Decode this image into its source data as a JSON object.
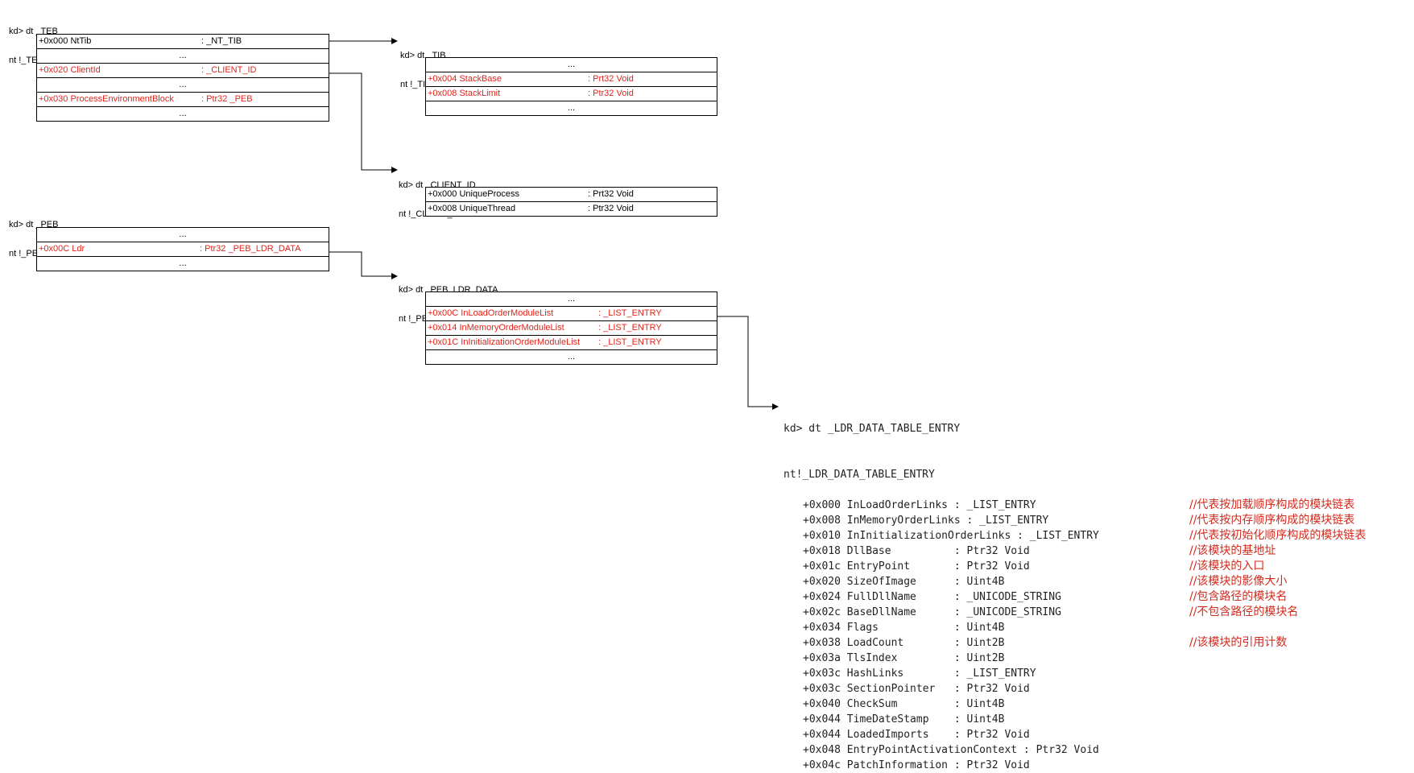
{
  "teb": {
    "cmd": "kd> dt _TEB",
    "type": "nt !_TEB",
    "rows": [
      {
        "off": "+0x000 NtTib",
        "type": ": _NT_TIB",
        "red": false
      },
      {
        "dots": "..."
      },
      {
        "off": "+0x020 ClientId",
        "type": ": _CLIENT_ID",
        "red": true
      },
      {
        "dots": "..."
      },
      {
        "off": "+0x030 ProcessEnvironmentBlock",
        "type": ": Ptr32 _PEB",
        "red": true
      },
      {
        "dots": "..."
      }
    ]
  },
  "tib": {
    "cmd": "kd> dt _TIB",
    "type": "nt !_TIB",
    "rows": [
      {
        "dots": "..."
      },
      {
        "off": "+0x004 StackBase",
        "type": ": Prt32 Void",
        "red": true
      },
      {
        "off": "+0x008 StackLimit",
        "type": ": Ptr32 Void",
        "red": true
      },
      {
        "dots": "..."
      }
    ]
  },
  "client_id": {
    "cmd": "kd> dt _CLIENT_ID",
    "type": "nt !_CLIENT_ID",
    "rows": [
      {
        "off": "+0x000 UniqueProcess",
        "type": ": Prt32 Void",
        "red": false
      },
      {
        "off": "+0x008 UniqueThread",
        "type": ": Ptr32 Void",
        "red": false
      }
    ]
  },
  "peb": {
    "cmd": "kd> dt _PEB",
    "type": "nt !_PEB",
    "rows": [
      {
        "dots": "..."
      },
      {
        "off": "+0x00C Ldr",
        "type": ": Ptr32 _PEB_LDR_DATA",
        "red": true
      },
      {
        "dots": "..."
      }
    ]
  },
  "peb_ldr": {
    "cmd": "kd> dt _PEB_LDR_DATA",
    "type": "nt !_PEB_LDR_DATA",
    "rows": [
      {
        "dots": "..."
      },
      {
        "off": "+0x00C InLoadOrderModuleList",
        "type": ": _LIST_ENTRY",
        "red": true
      },
      {
        "off": "+0x014 InMemoryOrderModuleList",
        "type": ": _LIST_ENTRY",
        "red": true
      },
      {
        "off": "+0x01C InInitializationOrderModuleList",
        "type": ": _LIST_ENTRY",
        "red": true
      },
      {
        "dots": "..."
      }
    ]
  },
  "ldr_entry": {
    "cmd": "kd> dt _LDR_DATA_TABLE_ENTRY",
    "type": "nt!_LDR_DATA_TABLE_ENTRY",
    "lines": [
      {
        "text": "+0x000 InLoadOrderLinks : _LIST_ENTRY",
        "comment": "//代表按加载顺序构成的模块链表"
      },
      {
        "text": "+0x008 InMemoryOrderLinks : _LIST_ENTRY",
        "comment": "//代表按内存顺序构成的模块链表"
      },
      {
        "text": "+0x010 InInitializationOrderLinks : _LIST_ENTRY",
        "comment": "//代表按初始化顺序构成的模块链表"
      },
      {
        "text": "+0x018 DllBase          : Ptr32 Void",
        "comment": "//该模块的基地址"
      },
      {
        "text": "+0x01c EntryPoint       : Ptr32 Void",
        "comment": "//该模块的入口"
      },
      {
        "text": "+0x020 SizeOfImage      : Uint4B",
        "comment": "//该模块的影像大小"
      },
      {
        "text": "+0x024 FullDllName      : _UNICODE_STRING",
        "comment": "//包含路径的模块名"
      },
      {
        "text": "+0x02c BaseDllName      : _UNICODE_STRING",
        "comment": "//不包含路径的模块名"
      },
      {
        "text": "+0x034 Flags            : Uint4B",
        "comment": ""
      },
      {
        "text": "+0x038 LoadCount        : Uint2B",
        "comment": "//该模块的引用计数"
      },
      {
        "text": "+0x03a TlsIndex         : Uint2B",
        "comment": ""
      },
      {
        "text": "+0x03c HashLinks        : _LIST_ENTRY",
        "comment": ""
      },
      {
        "text": "+0x03c SectionPointer   : Ptr32 Void",
        "comment": ""
      },
      {
        "text": "+0x040 CheckSum         : Uint4B",
        "comment": ""
      },
      {
        "text": "+0x044 TimeDateStamp    : Uint4B",
        "comment": ""
      },
      {
        "text": "+0x044 LoadedImports    : Ptr32 Void",
        "comment": ""
      },
      {
        "text": "+0x048 EntryPointActivationContext : Ptr32 Void",
        "comment": ""
      },
      {
        "text": "+0x04c PatchInformation : Ptr32 Void",
        "comment": ""
      }
    ]
  }
}
